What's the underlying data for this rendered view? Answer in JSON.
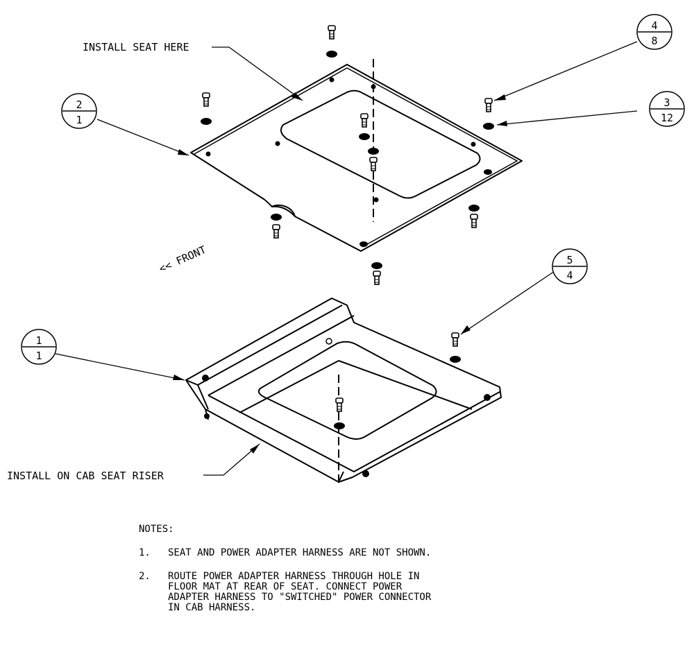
{
  "labels": {
    "install_seat": "INSTALL SEAT HERE",
    "front": "<< FRONT",
    "install_riser": "INSTALL  ON CAB SEAT RISER"
  },
  "balloons": [
    {
      "top": "2",
      "bottom": "1"
    },
    {
      "top": "4",
      "bottom": "8"
    },
    {
      "top": "3",
      "bottom": "12"
    },
    {
      "top": "5",
      "bottom": "4"
    },
    {
      "top": "1",
      "bottom": "1"
    }
  ],
  "notes": {
    "heading": "NOTES:",
    "items": [
      {
        "num": "1.",
        "text": "SEAT AND POWER ADAPTER HARNESS ARE NOT SHOWN."
      },
      {
        "num": "2.",
        "text": "ROUTE POWER ADAPTER HARNESS THROUGH HOLE IN\nFLOOR MAT AT REAR OF SEAT.  CONNECT POWER\nADAPTER HARNESS TO \"SWITCHED\" POWER CONNECTOR\nIN CAB HARNESS."
      }
    ]
  }
}
